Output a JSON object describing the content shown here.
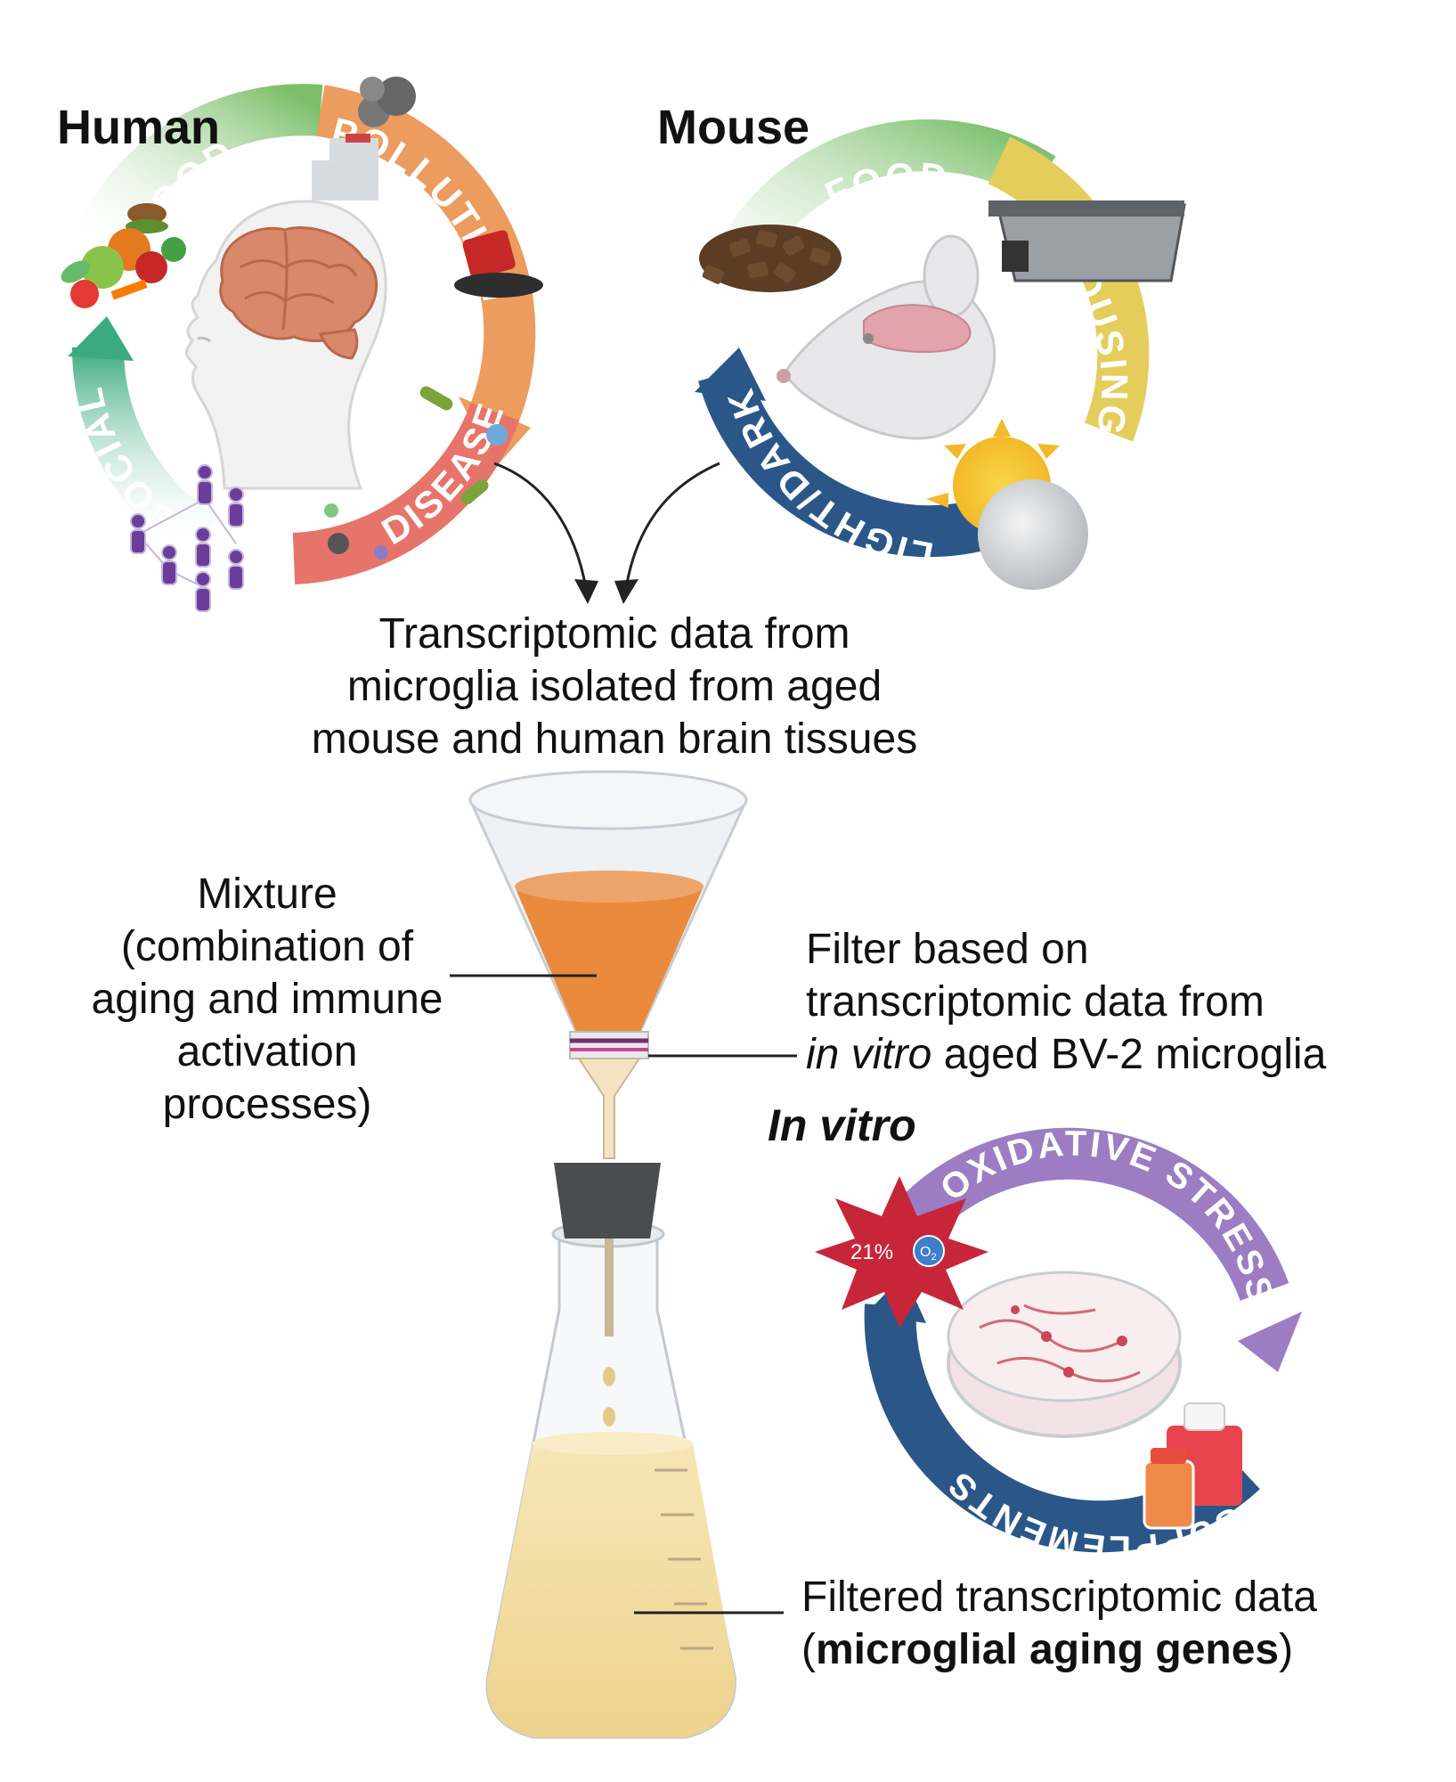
{
  "human": {
    "heading": "Human",
    "arcs": {
      "food": "FOOD",
      "pollution": "POLLUTION",
      "diseases": "DISEASES",
      "social": "SOCIAL"
    }
  },
  "mouse": {
    "heading": "Mouse",
    "arcs": {
      "food": "FOOD",
      "housing": "HOUSING",
      "light_dark": "LIGHT/DARK"
    }
  },
  "source_caption": {
    "line1": "Transcriptomic data from",
    "line2": "microglia isolated from aged",
    "line3": "mouse and human brain tissues"
  },
  "mixture_caption": {
    "line1": "Mixture",
    "line2": "(combination of",
    "line3": "aging and immune",
    "line4": "activation",
    "line5": "processes)"
  },
  "filter_caption": {
    "line1": "Filter based on",
    "line2": "transcriptomic data from",
    "line3_italic": "in vitro",
    "line3_rest": " aged BV-2 microglia"
  },
  "in_vitro": {
    "heading": "In vitro",
    "arcs": {
      "oxidative_stress": "OXIDATIVE STRESS",
      "supplements": "SUPPLEMENTS"
    },
    "oxygen_percent": "21%",
    "oxygen_symbol": "O",
    "oxygen_subscript": "2"
  },
  "result_caption": {
    "line1": "Filtered transcriptomic data",
    "line2_open": "(",
    "line2_bold": "microglial aging genes",
    "line2_close": ")"
  },
  "colors": {
    "food_green": "#7cbf6b",
    "pollution_orange": "#eb9c5e",
    "diseases_salmon": "#e7746b",
    "social_teal": "#3caa80",
    "housing_yellow": "#e5cd5c",
    "light_dark_navy": "#2b5688",
    "oxidative_purple": "#9c7dc4",
    "supplements_navy": "#2b5688",
    "funnel_orange": "#ea8a3c",
    "flask_liquid": "#f4dfa4"
  }
}
